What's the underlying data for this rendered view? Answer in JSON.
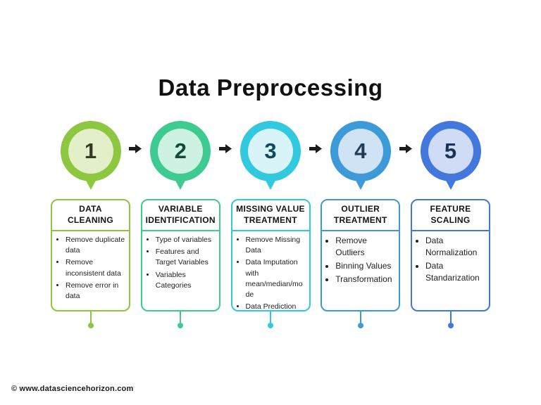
{
  "page": {
    "title": "Data Preprocessing",
    "footer": "© www.datasciencehorizon.com"
  },
  "arrow_color": "#1c1c1c",
  "steps": [
    {
      "number": "1",
      "title": "DATA\nCLEANING",
      "bullets": [
        "Remove duplicate data",
        "Remove inconsistent data",
        "Remove error in data"
      ],
      "colors": {
        "ring": "#8dc63f",
        "fill": "#e3efc9",
        "number": "#333a1f"
      }
    },
    {
      "number": "2",
      "title": "VARIABLE\nIDENTIFICATION",
      "bullets": [
        "Type of variables",
        "Features and Target Variables",
        "Variables Categories"
      ],
      "colors": {
        "ring": "#3ecb92",
        "fill": "#cdf2e1",
        "number": "#14493b"
      }
    },
    {
      "number": "3",
      "title": "MISSING VALUE\nTREATMENT",
      "bullets": [
        "Remove Missing Data",
        "Data Imputation with mean/median/mode",
        "Data Prediction"
      ],
      "colors": {
        "ring": "#31c9de",
        "fill": "#d9f4f8",
        "number": "#0f4a58"
      }
    },
    {
      "number": "4",
      "title": "OUTLIER\nTREATMENT",
      "bullets": [
        "Remove Outliers",
        "Binning Values",
        "Transformation"
      ],
      "colors": {
        "ring": "#3d9ad9",
        "fill": "#d0e3f4",
        "number": "#1f3d57"
      }
    },
    {
      "number": "5",
      "title": "FEATURE\nSCALING",
      "bullets": [
        "Data Normalization",
        "Data Standarization"
      ],
      "colors": {
        "ring": "#4277db",
        "fill": "#d0dcf5",
        "number": "#1c3258"
      }
    }
  ]
}
